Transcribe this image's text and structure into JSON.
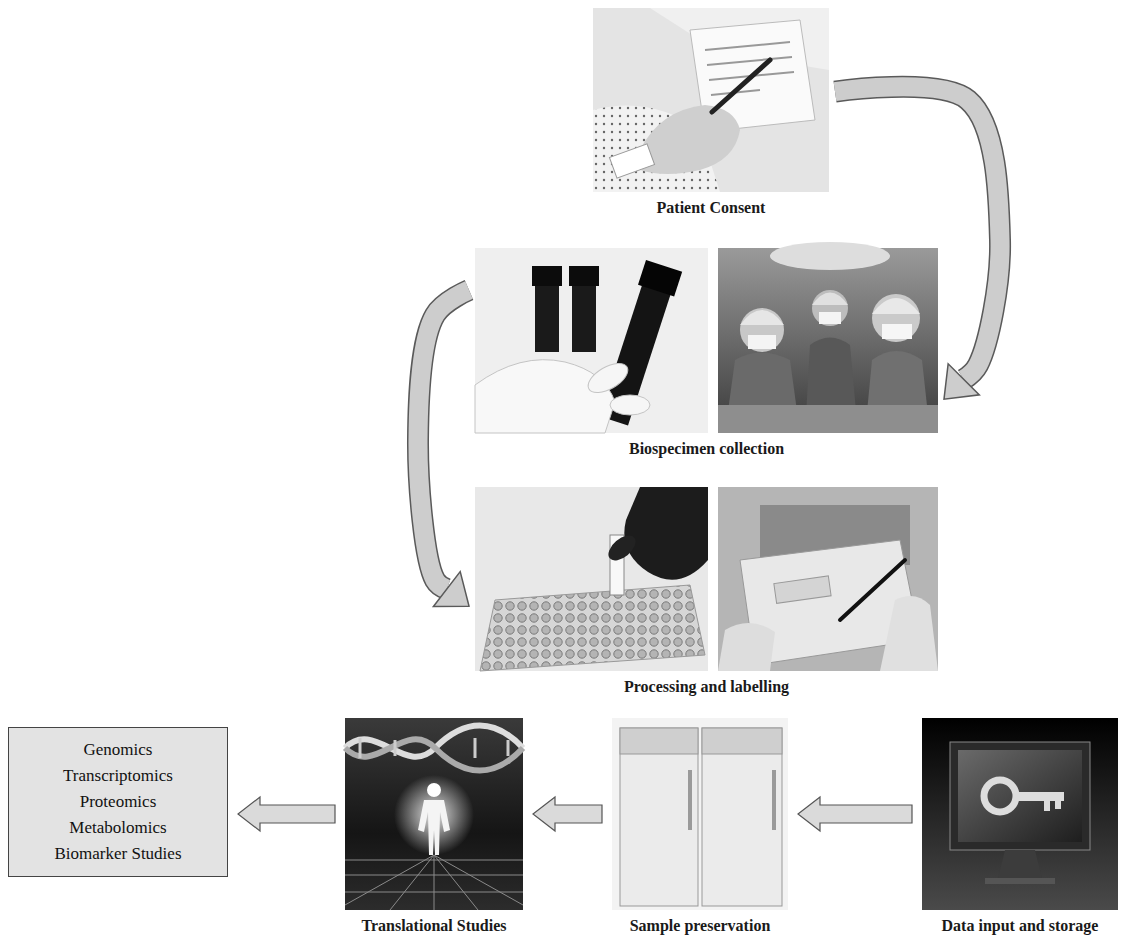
{
  "diagram": {
    "nodes": [
      {
        "text": [
          "Patient Consent"
        ]
      },
      {
        "text": [
          "Biospecimen collection"
        ]
      },
      {
        "text": [
          "Processing and labelling"
        ]
      },
      {
        "text": [
          "Genomics",
          "Transcriptomics",
          "Proteomics",
          "Metabolomics",
          "Biomarker Studies"
        ]
      },
      {
        "text": [
          "Translational Studies"
        ]
      },
      {
        "text": [
          "Sample preservation"
        ]
      },
      {
        "text": [
          "Data input and storage"
        ]
      }
    ],
    "edges": [
      {
        "from": 0,
        "to": 1,
        "arrow": "to"
      },
      {
        "from": 1,
        "to": 2,
        "arrow": "to"
      },
      {
        "from": 6,
        "to": 5,
        "arrow": "to"
      },
      {
        "from": 5,
        "to": 4,
        "arrow": "to"
      },
      {
        "from": 4,
        "to": 3,
        "arrow": "to"
      }
    ]
  }
}
